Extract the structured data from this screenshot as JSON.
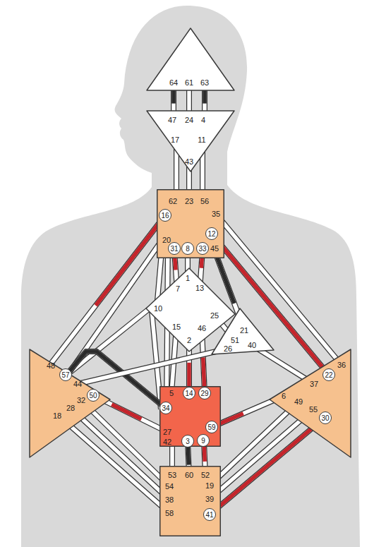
{
  "diagram": {
    "nodes": [
      {
        "text": [
          "64",
          "61",
          "63"
        ]
      },
      {
        "text": [
          "47",
          "24",
          "4",
          "17",
          "11",
          "43"
        ]
      },
      {
        "text": [
          "62",
          "23",
          "56",
          "35",
          "20",
          "45"
        ]
      },
      {
        "text": [
          "16"
        ],
        "in": 2
      },
      {
        "text": [
          "12"
        ],
        "in": 2
      },
      {
        "text": [
          "31"
        ],
        "in": 2
      },
      {
        "text": [
          "8"
        ],
        "in": 2
      },
      {
        "text": [
          "33"
        ],
        "in": 2
      },
      {
        "text": [
          "1",
          "7",
          "13",
          "10",
          "25",
          "15",
          "46",
          "2"
        ]
      },
      {
        "text": [
          "21",
          "51",
          "40",
          "26"
        ]
      },
      {
        "text": [
          "48",
          "44",
          "32",
          "28",
          "18"
        ]
      },
      {
        "text": [
          "57"
        ],
        "in": 10
      },
      {
        "text": [
          "50"
        ],
        "in": 10
      },
      {
        "text": [
          "5",
          "27",
          "42"
        ]
      },
      {
        "text": [
          "14"
        ],
        "in": 13
      },
      {
        "text": [
          "29"
        ],
        "in": 13
      },
      {
        "text": [
          "34"
        ],
        "in": 13
      },
      {
        "text": [
          "59"
        ],
        "in": 13
      },
      {
        "text": [
          "3"
        ],
        "in": 13
      },
      {
        "text": [
          "9"
        ],
        "in": 13
      },
      {
        "text": [
          "36",
          "37",
          "6",
          "49",
          "55"
        ]
      },
      {
        "text": [
          "22"
        ],
        "in": 20
      },
      {
        "text": [
          "30"
        ],
        "in": 20
      },
      {
        "text": [
          "53",
          "60",
          "52",
          "54",
          "19",
          "38",
          "39",
          "58"
        ]
      },
      {
        "text": [
          "41"
        ],
        "in": 23
      }
    ],
    "edges": [
      {
        "from": 0,
        "to": 1,
        "arrow": "none"
      },
      {
        "from": 0,
        "to": 1,
        "arrow": "none"
      },
      {
        "from": 0,
        "to": 1,
        "arrow": "none"
      },
      {
        "from": 1,
        "to": 2,
        "arrow": "none"
      },
      {
        "from": 1,
        "to": 2,
        "arrow": "none"
      },
      {
        "from": 1,
        "to": 2,
        "arrow": "none"
      },
      {
        "from": 2,
        "to": 8,
        "arrow": "none"
      },
      {
        "from": 2,
        "to": 8,
        "arrow": "none"
      },
      {
        "from": 2,
        "to": 8,
        "arrow": "none"
      },
      {
        "from": 2,
        "to": 9,
        "arrow": "none"
      },
      {
        "from": 2,
        "to": 13,
        "arrow": "none"
      },
      {
        "from": 2,
        "to": 8,
        "arrow": "none"
      },
      {
        "from": 8,
        "to": 13,
        "arrow": "none"
      },
      {
        "from": 8,
        "to": 10,
        "arrow": "none"
      },
      {
        "from": 2,
        "to": 10,
        "arrow": "none"
      },
      {
        "from": 13,
        "to": 10,
        "arrow": "none"
      },
      {
        "from": 2,
        "to": 10,
        "arrow": "none"
      },
      {
        "from": 2,
        "to": 20,
        "arrow": "none"
      },
      {
        "from": 2,
        "to": 20,
        "arrow": "none"
      },
      {
        "from": 8,
        "to": 13,
        "arrow": "none"
      },
      {
        "from": 8,
        "to": 13,
        "arrow": "none"
      },
      {
        "from": 8,
        "to": 13,
        "arrow": "none"
      },
      {
        "from": 8,
        "to": 9,
        "arrow": "none"
      },
      {
        "from": 9,
        "to": 10,
        "arrow": "none"
      },
      {
        "from": 9,
        "to": 20,
        "arrow": "none"
      },
      {
        "from": 13,
        "to": 10,
        "arrow": "none"
      },
      {
        "from": 13,
        "to": 20,
        "arrow": "none"
      },
      {
        "from": 13,
        "to": 23,
        "arrow": "none"
      },
      {
        "from": 13,
        "to": 23,
        "arrow": "none"
      },
      {
        "from": 13,
        "to": 23,
        "arrow": "none"
      },
      {
        "from": 10,
        "to": 23,
        "arrow": "none"
      },
      {
        "from": 10,
        "to": 23,
        "arrow": "none"
      },
      {
        "from": 10,
        "to": 23,
        "arrow": "none"
      },
      {
        "from": 20,
        "to": 23,
        "arrow": "none"
      },
      {
        "from": 20,
        "to": 23,
        "arrow": "none"
      },
      {
        "from": 20,
        "to": 23,
        "arrow": "none"
      }
    ]
  }
}
